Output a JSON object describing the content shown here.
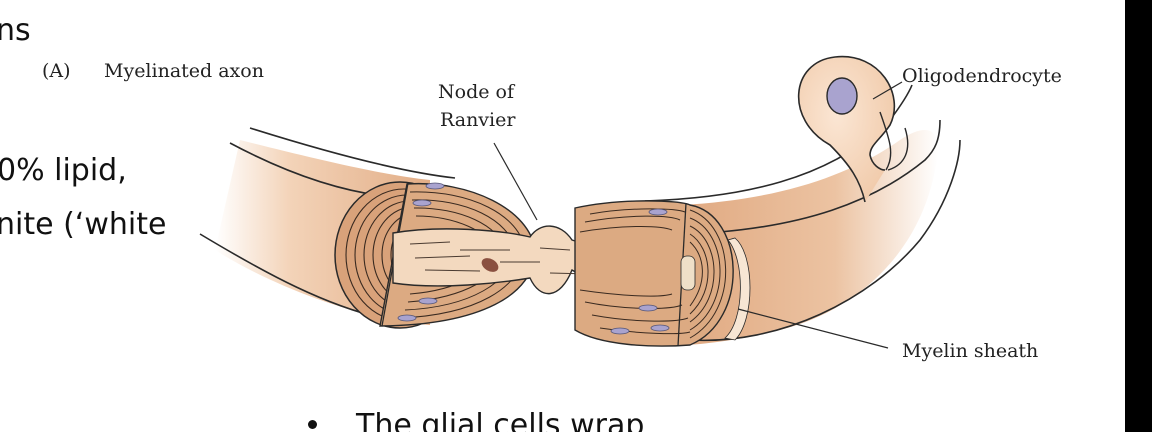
{
  "slide": {
    "left_text": {
      "line1": "ns",
      "line2": "0% lipid,",
      "line3": "nite (‘white"
    },
    "bullet": {
      "text": "The glial cells wrap"
    }
  },
  "figure": {
    "panel_label": "(A)",
    "panel_title": "Myelinated axon",
    "labels": {
      "node_of_ranvier_line1": "Node of",
      "node_of_ranvier_line2": "Ranvier",
      "oligodendrocyte": "Oligodendrocyte",
      "myelin_sheath": "Myelin sheath"
    },
    "colors": {
      "sheath": "#e3b08a",
      "sheath_light": "#f6dcc6",
      "axon": "#f3d9bf",
      "nucleus": "#a9a3cf",
      "mitochondria": "#8a5040",
      "outline": "#2a2a2a"
    }
  }
}
